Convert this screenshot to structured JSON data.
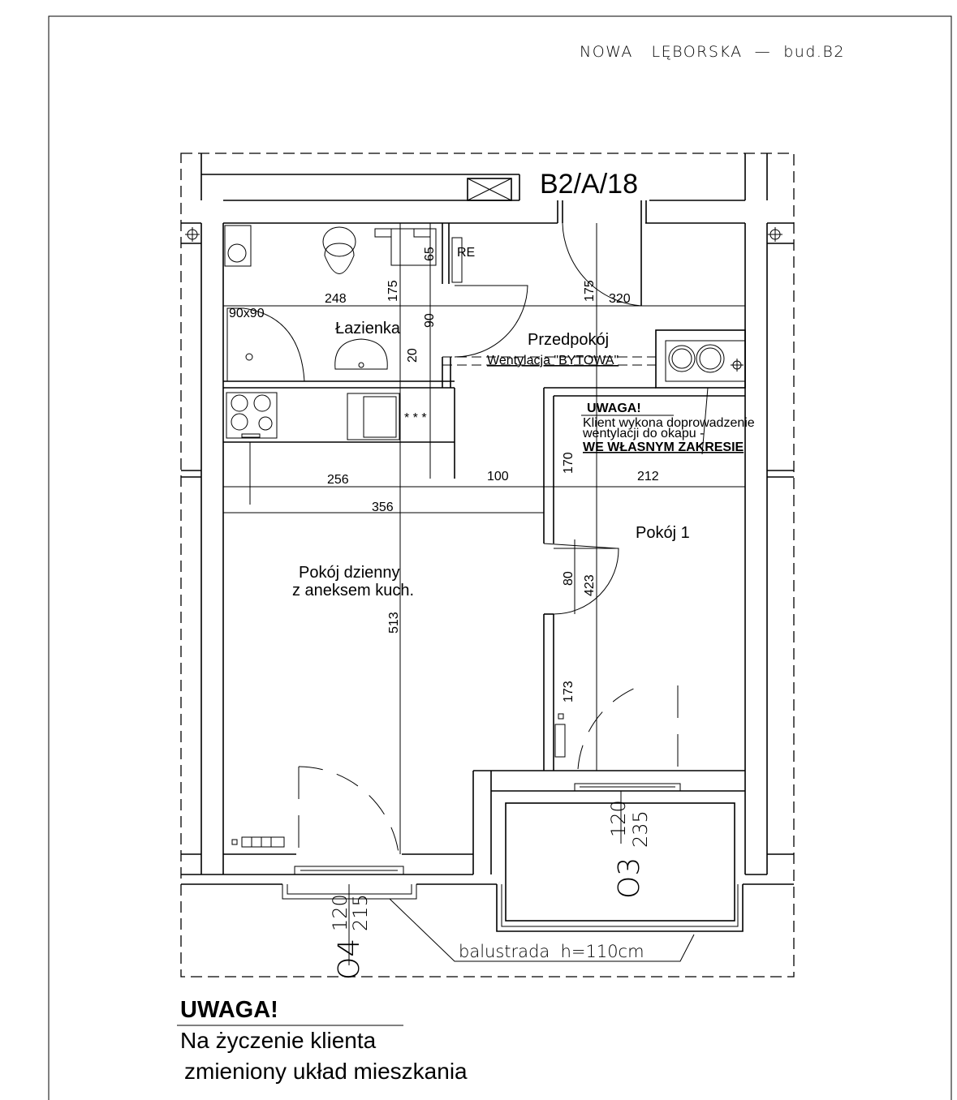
{
  "header": {
    "project": "NOWA   LĘBORSKA  —  bud.B2"
  },
  "unit_id": "B2/A/18",
  "rooms": {
    "bathroom": "Łazienka",
    "hallway": "Przedpokój",
    "room1": "Pokój 1",
    "living_line1": "Pokój dzienny",
    "living_line2": "z aneksem kuch."
  },
  "fixtures": {
    "shower": "90x90",
    "re": "RE",
    "ventilation": "Wentylacja \"BYTOWA\""
  },
  "dimensions": {
    "d248": "248",
    "d175a": "175",
    "d175b": "175",
    "d320": "320",
    "d65": "65",
    "d90": "90",
    "d20": "20",
    "d256": "256",
    "d100": "100",
    "d170": "170",
    "d212": "212",
    "d356": "356",
    "d513": "513",
    "d80": "80",
    "d423": "423",
    "d173": "173"
  },
  "windows": {
    "o3": {
      "label": "O3",
      "width": "120",
      "height": "235"
    },
    "o4": {
      "label": "O4",
      "width": "120",
      "height": "215"
    }
  },
  "balustrade": "balustrada  h=110cm",
  "vent_note": {
    "title": "UWAGA!",
    "line1": "Klient wykona doprowadzenie",
    "line2": "wentylacji do okapu -",
    "line3": "WE WŁASNYM ZAKRESIE"
  },
  "footer_note": {
    "title": "UWAGA!",
    "line1": "Na życzenie klienta",
    "line2": "zmieniony układ mieszkania"
  }
}
